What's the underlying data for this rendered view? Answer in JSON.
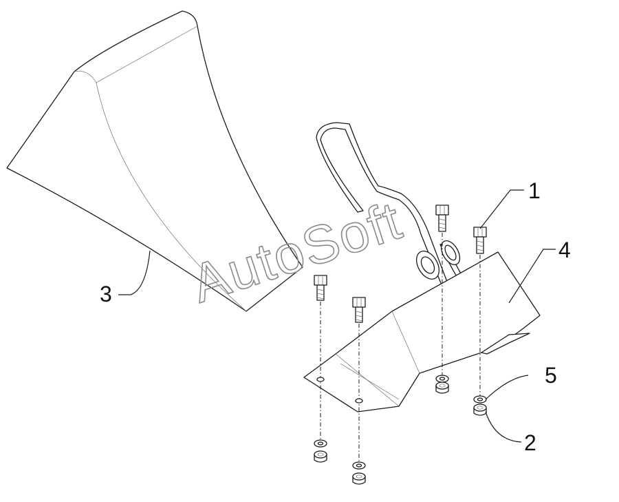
{
  "watermark": "AutoSoft",
  "callouts": [
    {
      "id": "callout-1",
      "label": "1"
    },
    {
      "id": "callout-2",
      "label": "2"
    },
    {
      "id": "callout-3",
      "label": "3"
    },
    {
      "id": "callout-4",
      "label": "4"
    },
    {
      "id": "callout-5",
      "label": "5"
    }
  ],
  "colors": {
    "line": "#1a1a1a",
    "watermark": "#8a8a8a",
    "background": "#ffffff"
  }
}
